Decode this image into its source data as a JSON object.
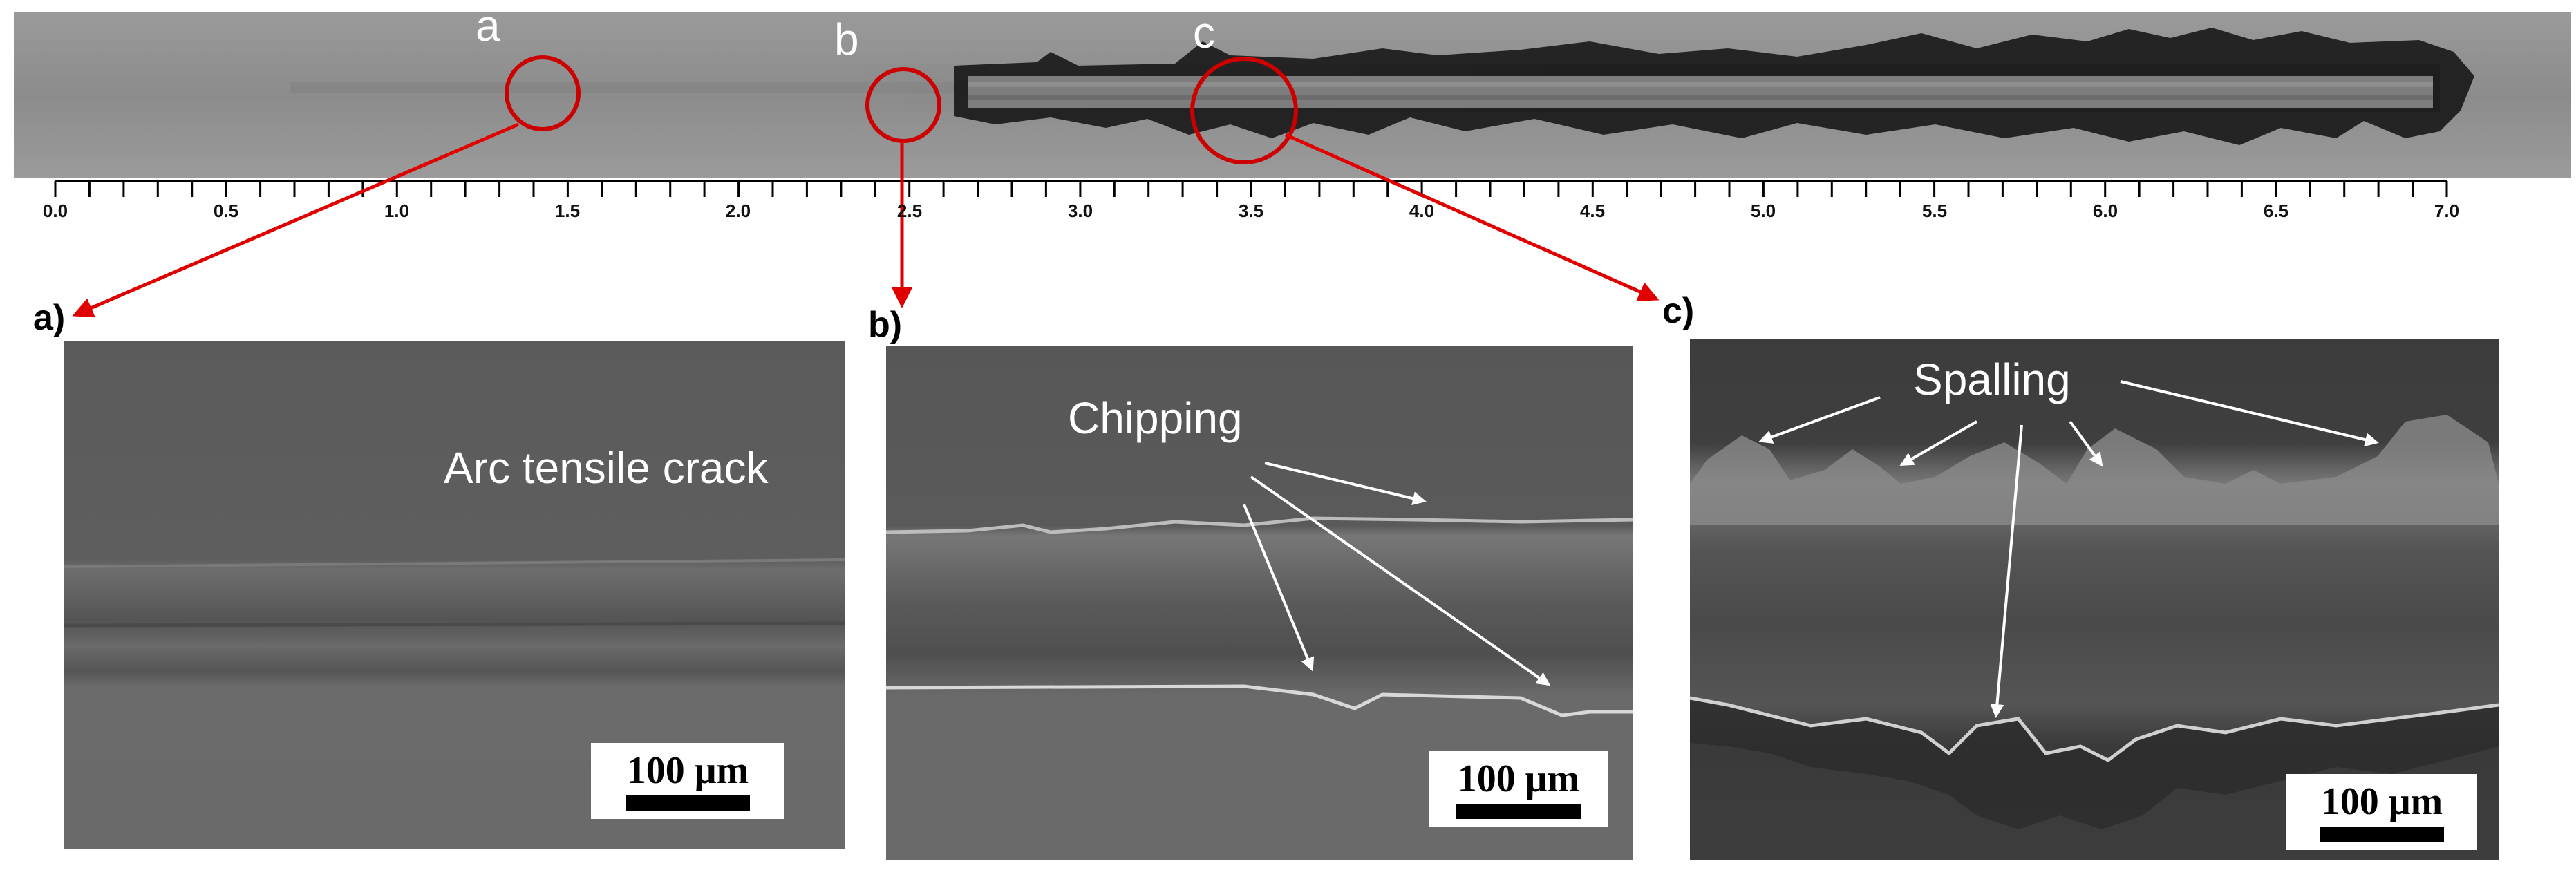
{
  "strip": {
    "position_labels": [
      "a",
      "b",
      "c"
    ],
    "scale_ticks": [
      "0.0",
      "0.5",
      "1.0",
      "1.5",
      "2.0",
      "2.5",
      "3.0",
      "3.5",
      "4.0",
      "4.5",
      "5.0",
      "5.5",
      "6.0",
      "6.5",
      "7.0"
    ]
  },
  "panels": [
    {
      "label": "a)",
      "caption": "Arc tensile crack",
      "scale_bar": "100 μm"
    },
    {
      "label": "b)",
      "caption": "Chipping",
      "scale_bar": "100 μm"
    },
    {
      "label": "c)",
      "caption": "Spalling",
      "scale_bar": "100 μm"
    }
  ],
  "colors": {
    "highlight_circle": "#cc0000",
    "arrow": "#e00000",
    "annotation_arrow": "#ffffff"
  }
}
